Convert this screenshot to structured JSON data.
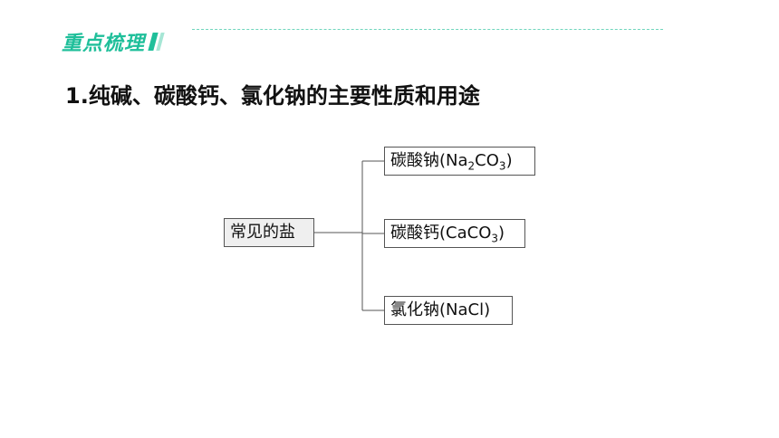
{
  "header": {
    "title": "重点梳理",
    "accent_color": "#1fbf9a",
    "bar_colors": [
      "#1fbf9a",
      "#a6e6d5"
    ]
  },
  "section": {
    "heading": "1.纯碱、碳酸钙、氯化钠的主要性质和用途"
  },
  "diagram": {
    "root": "常见的盐",
    "children": [
      {
        "name": "碳酸钠",
        "formula_parts": [
          "(Na",
          "2",
          "CO",
          "3",
          ")"
        ]
      },
      {
        "name": "碳酸钙",
        "formula_parts": [
          "(CaCO",
          "3",
          ")"
        ]
      },
      {
        "name": "氯化钠",
        "formula_parts": [
          "(NaCl)"
        ]
      }
    ]
  }
}
